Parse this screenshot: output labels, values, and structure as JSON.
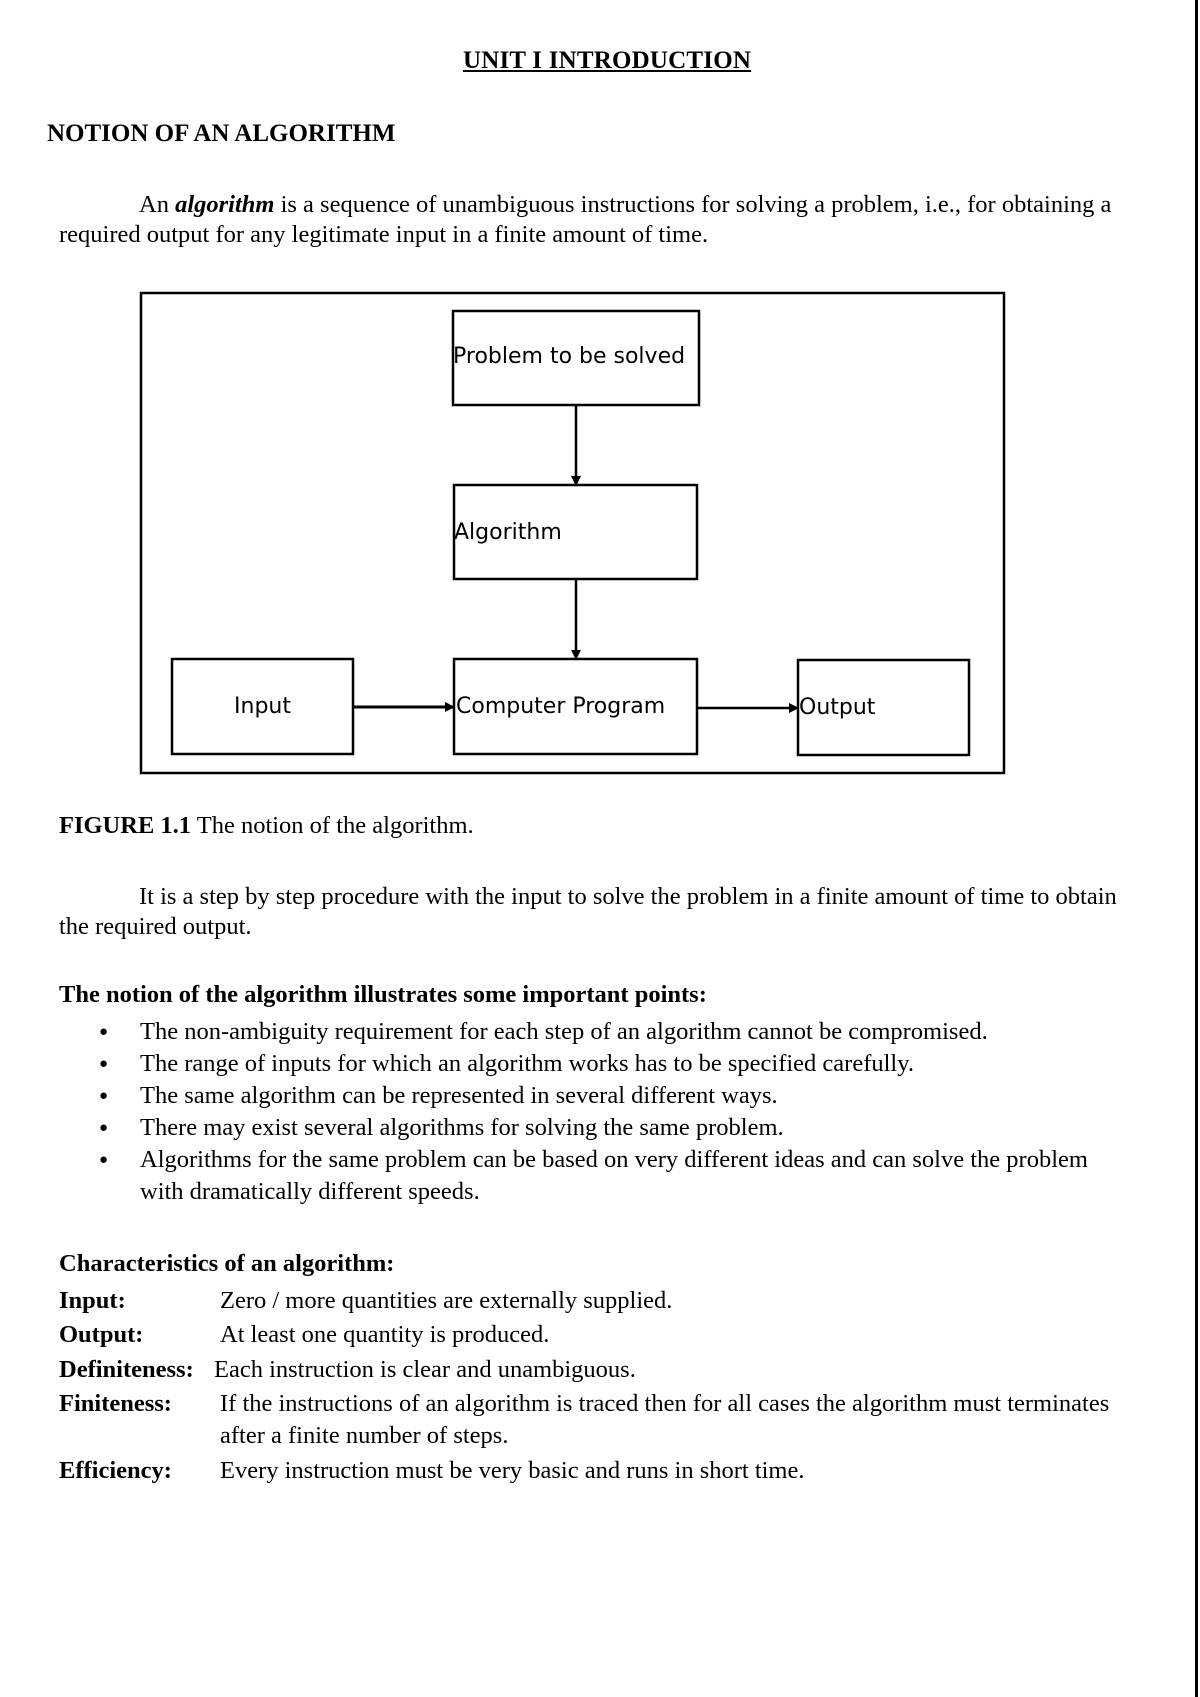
{
  "unit_title": "UNIT I INTRODUCTION",
  "section_title": "NOTION OF AN ALGORITHM",
  "definition": {
    "lead": "An ",
    "term": "algorithm",
    "rest": " is a sequence of unambiguous instructions for solving a problem, i.e., for obtaining a required output for any legitimate input in a finite amount of time."
  },
  "diagram": {
    "boxes": {
      "problem": "Problem to be solved",
      "algorithm": "Algorithm",
      "input": "Input",
      "program": "Computer Program",
      "output": "Output"
    }
  },
  "figure_caption": {
    "label": "FIGURE 1.1",
    "text": " The notion of the algorithm."
  },
  "step_paragraph": "It is a step by step procedure with the input to solve the problem in a finite amount of time to obtain the required output.",
  "points_heading": "The notion of the algorithm illustrates some important points:",
  "points": [
    "The non-ambiguity requirement for each step of an algorithm cannot be compromised.",
    "The range of inputs for which an algorithm works has to be specified carefully.",
    "The same algorithm can be represented in several different ways.",
    "There may exist several algorithms for solving the same problem.",
    "Algorithms for the same problem can be based on very different ideas and can solve the problem with dramatically different speeds."
  ],
  "characteristics_heading": "Characteristics of an algorithm:",
  "characteristics": [
    {
      "term": "Input:",
      "desc": "Zero / more quantities are externally supplied."
    },
    {
      "term": "Output:",
      "desc": "At least one quantity is produced."
    },
    {
      "term": "Definiteness:",
      "desc": "Each instruction is clear and unambiguous."
    },
    {
      "term": "Finiteness:",
      "desc": "If the instructions of an algorithm is traced then for all cases the algorithm must terminates after a finite number of steps."
    },
    {
      "term": "Efficiency:",
      "desc": "Every instruction must be very basic and runs in short time."
    }
  ]
}
